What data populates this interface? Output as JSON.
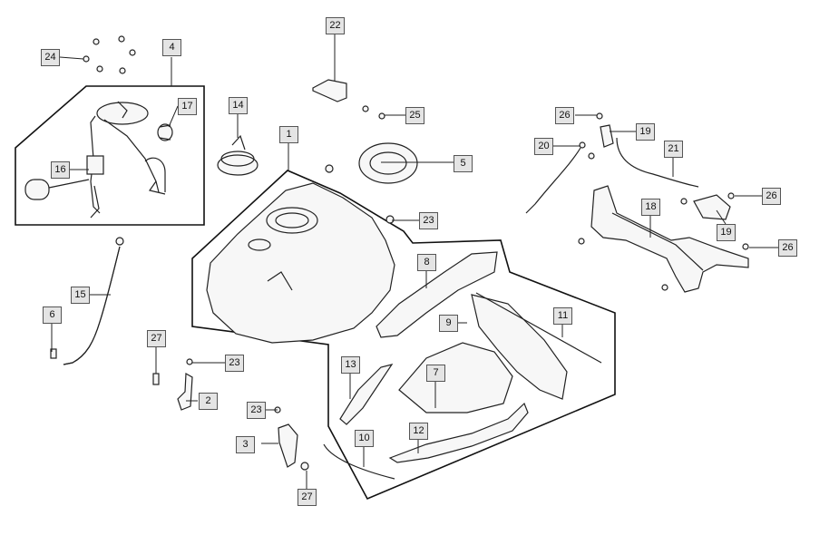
{
  "callouts": {
    "c1": "1",
    "c2": "2",
    "c3": "3",
    "c4": "4",
    "c5": "5",
    "c6": "6",
    "c7": "7",
    "c8": "8",
    "c9": "9",
    "c10": "10",
    "c11": "11",
    "c12": "12",
    "c13": "13",
    "c14": "14",
    "c15": "15",
    "c16": "16",
    "c17": "17",
    "c18": "18",
    "c19a": "19",
    "c19b": "19",
    "c20": "20",
    "c21": "21",
    "c22": "22",
    "c23a": "23",
    "c23b": "23",
    "c23c": "23",
    "c24": "24",
    "c25": "25",
    "c26a": "26",
    "c26b": "26",
    "c26c": "26",
    "c27a": "27",
    "c27b": "27"
  }
}
